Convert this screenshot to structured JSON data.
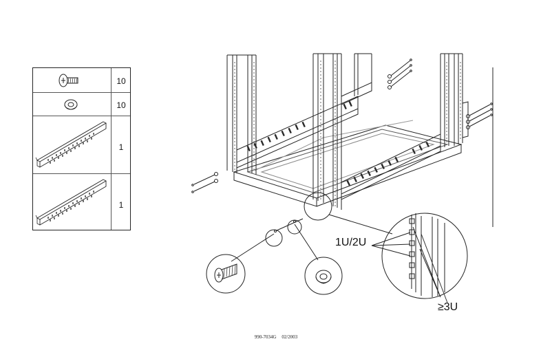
{
  "parts": [
    {
      "item": "screw",
      "icon": "screw-icon",
      "qty": "10"
    },
    {
      "item": "cage-nut",
      "icon": "washer-icon",
      "qty": "10"
    },
    {
      "item": "rail-1",
      "icon": "rail-icon",
      "qty": "1"
    },
    {
      "item": "rail-2",
      "icon": "rail-icon",
      "qty": "1"
    }
  ],
  "callouts": {
    "spacing_small": "1U/2U",
    "spacing_large": "≥3U"
  },
  "footer": {
    "doc_number": "990-7034G",
    "date": "02/2003"
  }
}
